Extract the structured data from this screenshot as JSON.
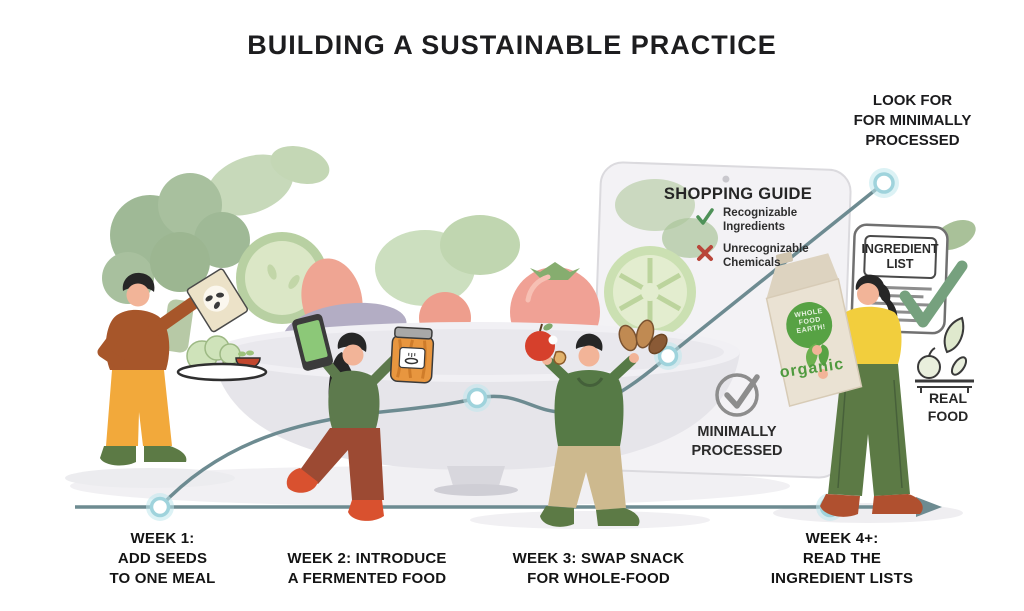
{
  "title": "BUILDING A SUSTAINABLE PRACTICE",
  "annotations": {
    "look_for": {
      "line1": "LOOK FOR",
      "line2": "FOR MINIMALLY",
      "line3": "PROCESSED"
    },
    "shopping_guide": {
      "title": "SHOPPING GUIDE",
      "items": [
        {
          "icon": "check-icon",
          "label": "Recognizable Ingredients"
        },
        {
          "icon": "x-icon",
          "label": "Unrecognizable Chemicals"
        }
      ]
    },
    "ingredient_card": {
      "title": "INGREDIENT LIST"
    },
    "minimally_processed": {
      "line1": "MINIMALLY",
      "line2": "PROCESSED"
    },
    "real_food": {
      "line1": "REAL",
      "line2": "FOOD"
    },
    "bag": {
      "logo_line1": "WHOLE",
      "logo_line2": "FOOD",
      "logo_line3": "EARTH!",
      "label": "organic"
    }
  },
  "timeline": {
    "weeks": [
      {
        "label": "WEEK 1:",
        "line1": "ADD SEEDS",
        "line2": "TO ONE MEAL"
      },
      {
        "label": "WEEK 2:",
        "line1": "INTRODUCE",
        "line2": "A FERMENTED FOOD"
      },
      {
        "label": "WEEK 3:",
        "line1": "SWAP SNACK",
        "line2": "FOR WHOLE-FOOD"
      },
      {
        "label": "WEEK 4+:",
        "line1": "READ THE",
        "line2": "INGREDIENT LISTS"
      }
    ]
  },
  "colors": {
    "line": "#6d8b91",
    "node_ring": "#9fd3dc",
    "check_green": "#4e9158",
    "cross_red": "#b9463a",
    "organic_green": "#57a244",
    "text": "#1d1d1f"
  }
}
